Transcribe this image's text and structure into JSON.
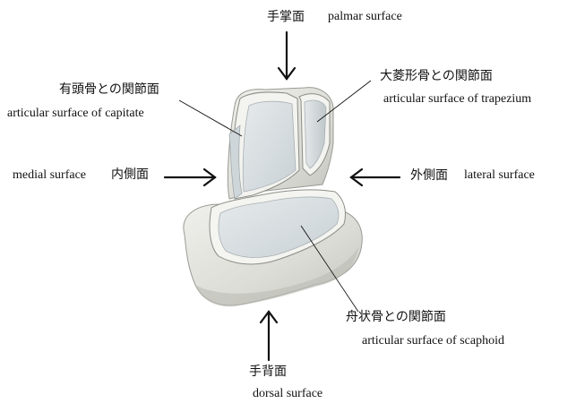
{
  "labels": {
    "palmar": {
      "jp": "手掌面",
      "en": "palmar surface"
    },
    "capitate": {
      "jp": "有頭骨との関節面",
      "en": "articular surface of capitate"
    },
    "trapezium": {
      "jp": "大菱形骨との関節面",
      "en": "articular surface of trapezium"
    },
    "medial": {
      "en": "medial surface",
      "jp": "内側面"
    },
    "lateral": {
      "jp": "外側面",
      "en": "lateral surface"
    },
    "scaphoid": {
      "jp": "舟状骨との関節面",
      "en": "articular surface of scaphoid"
    },
    "dorsal": {
      "jp": "手背面",
      "en": "dorsal surface"
    }
  },
  "colors": {
    "bone": "#e4e4e0",
    "articular": "#d3dadd",
    "rim": "#f4f4f0",
    "line": "#111111"
  }
}
